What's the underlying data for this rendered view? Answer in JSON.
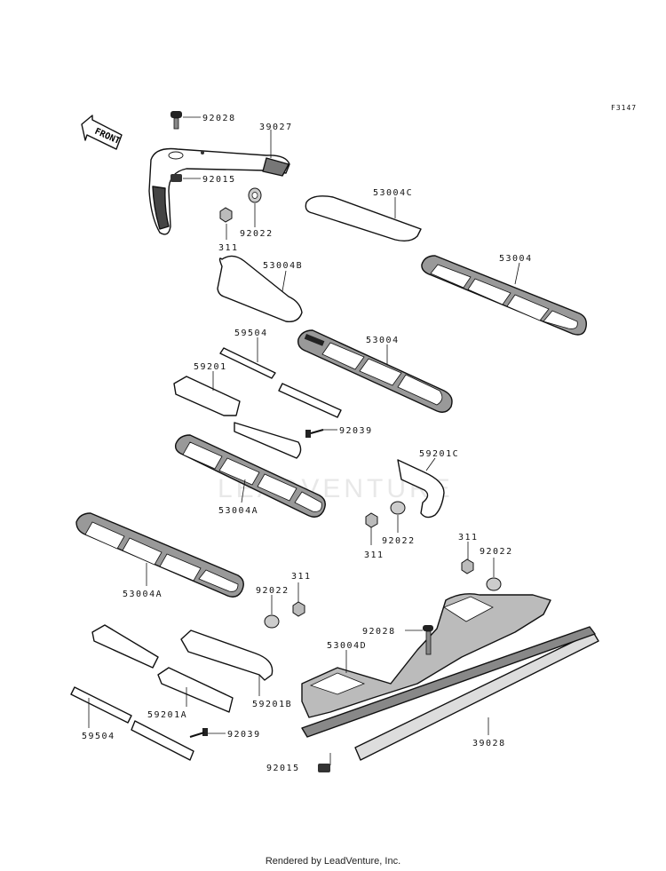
{
  "diagram": {
    "ref_code": "F3147",
    "front_label": "FRONT",
    "watermark": "LEADVENTURE",
    "footer": "Rendered by LeadVenture, Inc.",
    "labels": {
      "l_92028_top": "92028",
      "l_39027": "39027",
      "l_92015_top": "92015",
      "l_311_top": "311",
      "l_92022_top": "92022",
      "l_53004C": "53004C",
      "l_53004B": "53004B",
      "l_53004_right": "53004",
      "l_59504_top": "59504",
      "l_53004_mid": "53004",
      "l_59201": "59201",
      "l_92039_mid": "92039",
      "l_59201C": "59201C",
      "l_53004A_mid": "53004A",
      "l_92022_mid": "92022",
      "l_311_mid": "311",
      "l_311_right": "311",
      "l_92022_right": "92022",
      "l_53004A_left": "53004A",
      "l_311_low": "311",
      "l_92022_low": "92022",
      "l_92028_low": "92028",
      "l_53004D": "53004D",
      "l_59201B": "59201B",
      "l_59201A": "59201A",
      "l_59504_low": "59504",
      "l_92039_low": "92039",
      "l_39028": "39028",
      "l_92015_low": "92015"
    }
  }
}
